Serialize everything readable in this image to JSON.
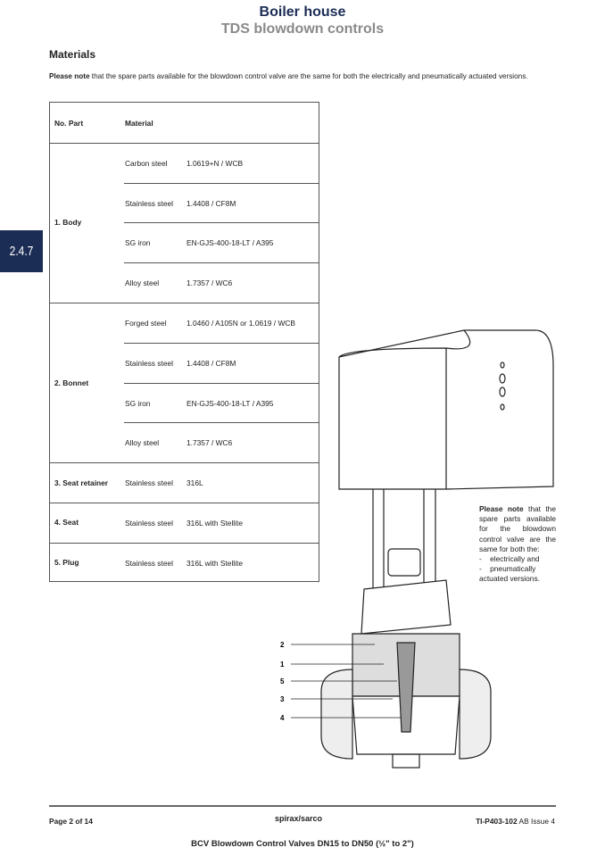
{
  "header": {
    "title": "Boiler house",
    "subtitle": "TDS blowdown controls"
  },
  "section_tab": "2.4.7",
  "section": {
    "heading": "Materials",
    "note_bold": "Please note",
    "note_text": " that the spare parts available for the blowdown control valve are the same for both the electrically and pneumatically actuated versions."
  },
  "table": {
    "headers": [
      "No. Part",
      "Material"
    ],
    "groups": [
      {
        "part": "1.  Body",
        "rows": [
          [
            "Carbon steel",
            "1.0619+N / WCB"
          ],
          [
            "Stainless steel",
            "1.4408 / CF8M"
          ],
          [
            "SG iron",
            "EN-GJS-400-18-LT / A395"
          ],
          [
            "Alloy steel",
            "1.7357 / WC6"
          ]
        ]
      },
      {
        "part": "2.  Bonnet",
        "rows": [
          [
            "Forged steel",
            "1.0460 / A105N or 1.0619 / WCB"
          ],
          [
            "Stainless steel",
            "1.4408 / CF8M"
          ],
          [
            "SG iron",
            "EN-GJS-400-18-LT / A395"
          ],
          [
            "Alloy steel",
            "1.7357 / WC6"
          ]
        ]
      },
      {
        "part": "3.  Seat retainer",
        "rows": [
          [
            "Stainless steel",
            "316L"
          ]
        ]
      },
      {
        "part": "4.  Seat",
        "rows": [
          [
            "Stainless steel",
            "316L with Stellite"
          ]
        ]
      },
      {
        "part": "5.  Plug",
        "rows": [
          [
            "Stainless steel",
            "316L with Stellite"
          ]
        ]
      }
    ]
  },
  "side_note": {
    "bold": "Please note",
    "text": " that the spare parts available for the blowdown control valve are the same for both the:",
    "items": [
      "electrically and",
      "pneumatically"
    ],
    "end": "actuated versions."
  },
  "callouts": [
    "2",
    "1",
    "5",
    "3",
    "4"
  ],
  "footer": {
    "page": "Page 2 of 14",
    "logo": "spirax/sarco",
    "ref_bold": "TI-P403-102",
    "ref_rest": " AB Issue 4",
    "title": "BCV Blowdown Control Valves DN15 to DN50 (½\" to 2\")"
  }
}
